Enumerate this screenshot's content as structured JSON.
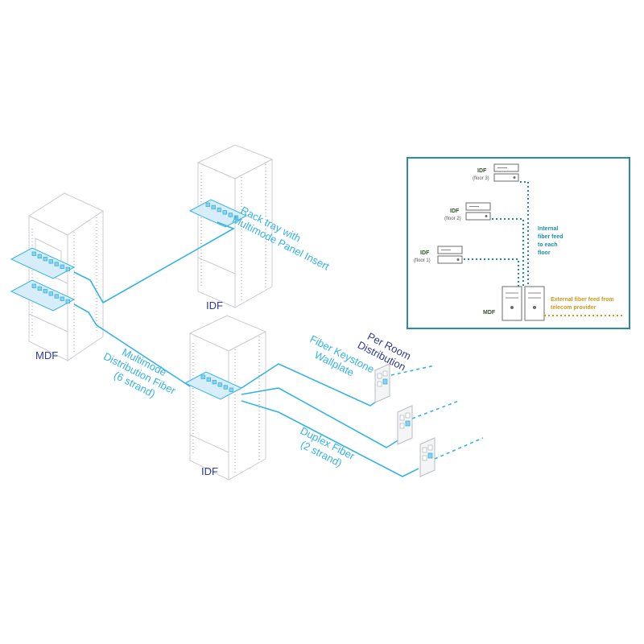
{
  "labels": {
    "mdf": "MDF",
    "idf_top": "IDF",
    "idf_bottom": "IDF",
    "rack_tray_line1": "Rack tray with",
    "rack_tray_line2": "Multimode Panel Insert",
    "multimode_line1": "Multimode",
    "multimode_line2": "Distribution Fiber",
    "multimode_line3": "(6 strand)",
    "per_room_line1": "Per Room",
    "per_room_line2": "Distribution",
    "keystone_line1": "Fiber Keystone",
    "keystone_line2": "Wallplate",
    "duplex_line1": "Duplex Fiber",
    "duplex_line2": "(2 strand)"
  },
  "inset": {
    "idf3_label": "IDF",
    "idf3_sub": "(floor 3)",
    "idf2_label": "IDF",
    "idf2_sub": "(floor 2)",
    "idf1_label": "IDF",
    "idf1_sub": "(floor 1)",
    "mdf_label": "MDF",
    "internal_line1": "Internal",
    "internal_line2": "fiber feed",
    "internal_line3": "to each",
    "internal_line4": "floor",
    "external_line1": "External fiber feed from",
    "external_line2": "telecom provider"
  },
  "colors": {
    "fiber": "#34b3e4",
    "label_navy": "#2f3a8f",
    "inset_frame": "#2a8aa8",
    "internal_feed": "#1b8fa6",
    "external_feed": "#c99a1e"
  }
}
